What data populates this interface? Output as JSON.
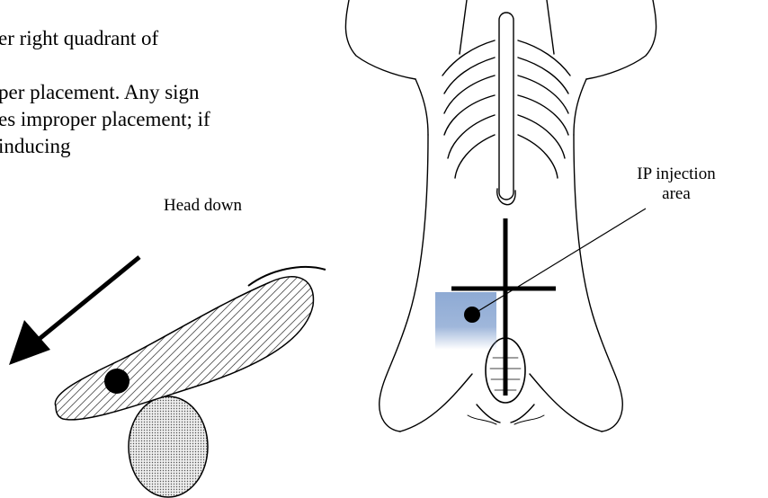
{
  "body_text": {
    "lines": [
      "er right quadrant of",
      "",
      "per placement. Any sign",
      "es improper placement; if",
      "inducing"
    ]
  },
  "figures": {
    "left": {
      "caption": "Head down"
    },
    "right": {
      "label_line1": "IP injection",
      "label_line2": "area"
    }
  },
  "colors": {
    "injection_area": "#8eaad4",
    "ink": "#000000",
    "organ_fill": "#d9d9d9"
  }
}
